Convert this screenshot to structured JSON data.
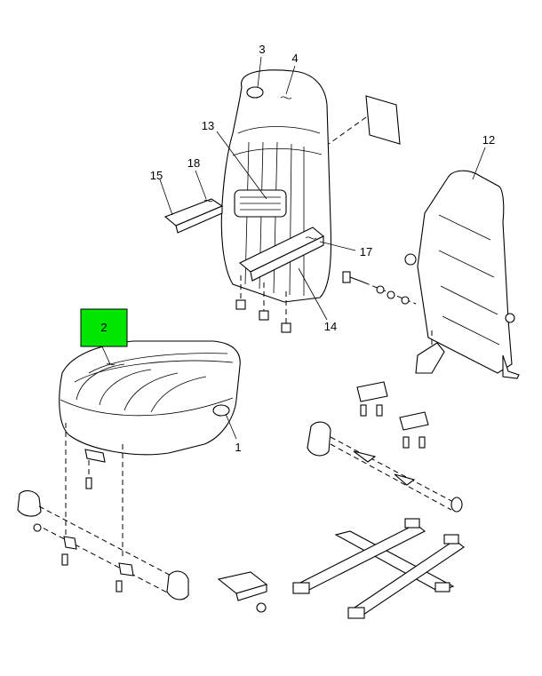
{
  "diagram": {
    "highlight_color": "#00e600",
    "callouts": {
      "c1": "1",
      "c2": "2",
      "c3": "3",
      "c4": "4",
      "c12": "12",
      "c13": "13",
      "c14": "14",
      "c15": "15",
      "c17": "17",
      "c18": "18"
    }
  }
}
